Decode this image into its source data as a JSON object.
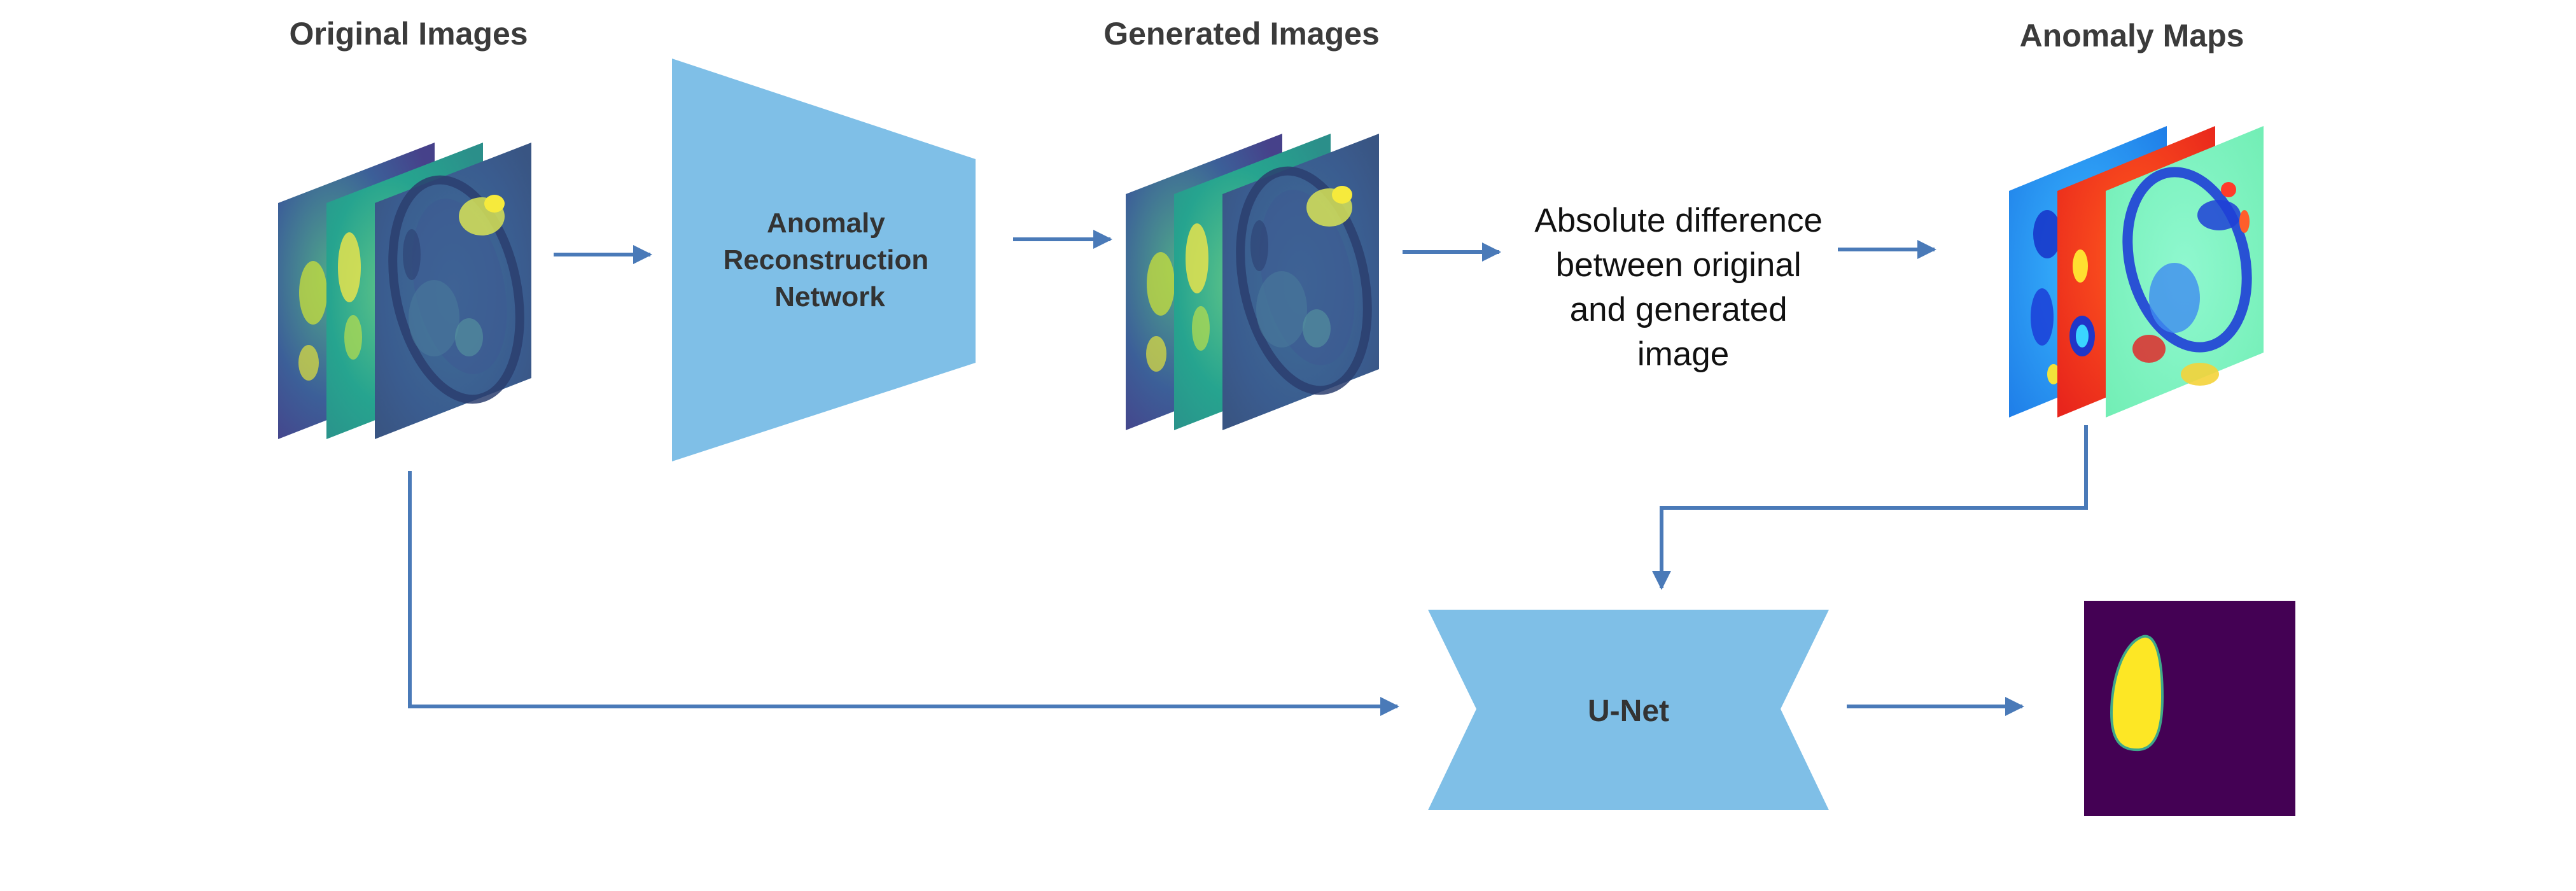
{
  "headers": {
    "original": "Original Images",
    "generated": "Generated Images",
    "anomaly_maps": "Anomaly Maps"
  },
  "networks": {
    "reconstruction": [
      "Anomaly",
      "Reconstruction",
      "Network"
    ],
    "unet": "U-Net"
  },
  "difference_text": [
    "Absolute difference",
    "between original",
    "and generated",
    "image"
  ],
  "colors": {
    "block_fill": "#7fbfe7",
    "arrow": "#4a7ab8",
    "viridis_dark": "#440154",
    "viridis_yellow": "#fde725",
    "jet_blue": "#2a8ff0",
    "jet_red": "#f0341e",
    "jet_green": "#7ff5b8"
  },
  "icons": {
    "original_stack": "mri-slice-stack",
    "generated_stack": "mri-slice-stack",
    "anomaly_stack": "heatmap-slice-stack",
    "output": "segmentation-mask"
  }
}
